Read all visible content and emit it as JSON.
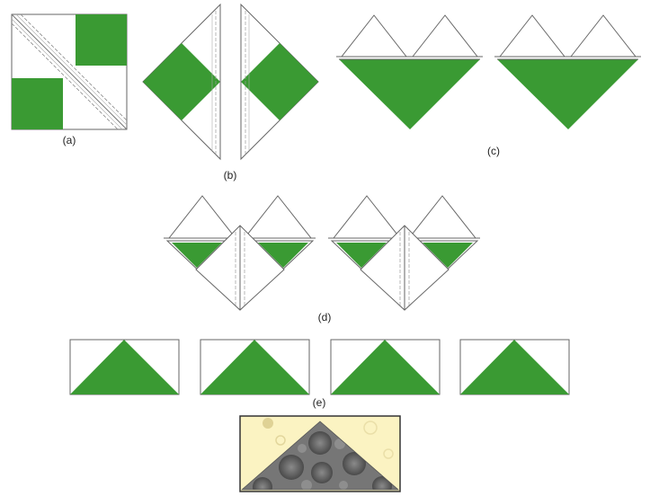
{
  "labels": {
    "a": "(a)",
    "b": "(b)",
    "c": "(c)",
    "d": "(d)",
    "e": "(e)"
  },
  "colors": {
    "green": "#3a9a33",
    "outline": "#666666",
    "seam": "#999999",
    "fabric_light": "#fbf3c2",
    "fabric_dark": "#6d6d6d"
  }
}
